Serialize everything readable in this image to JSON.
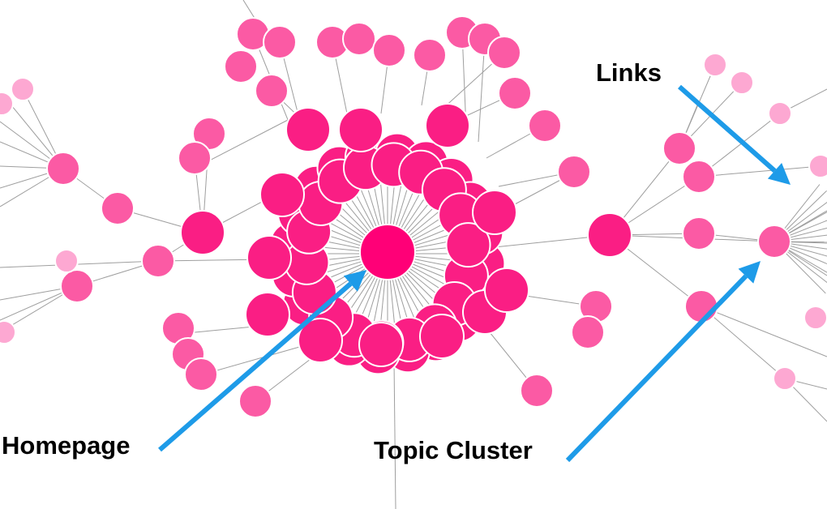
{
  "labels": {
    "homepage": "Homepage",
    "topic_cluster": "Topic Cluster",
    "links": "Links"
  },
  "colors": {
    "edge": "#9e9e9e",
    "node_dark": "#fa1e84",
    "node_mid": "#fb5aa4",
    "node_light": "#fd8dc3",
    "node_pale": "#fda8d2",
    "homepage_node": "#ff0077",
    "node_stroke": "#ffffff",
    "arrow": "#1e9be8",
    "label_text": "#000000"
  }
}
